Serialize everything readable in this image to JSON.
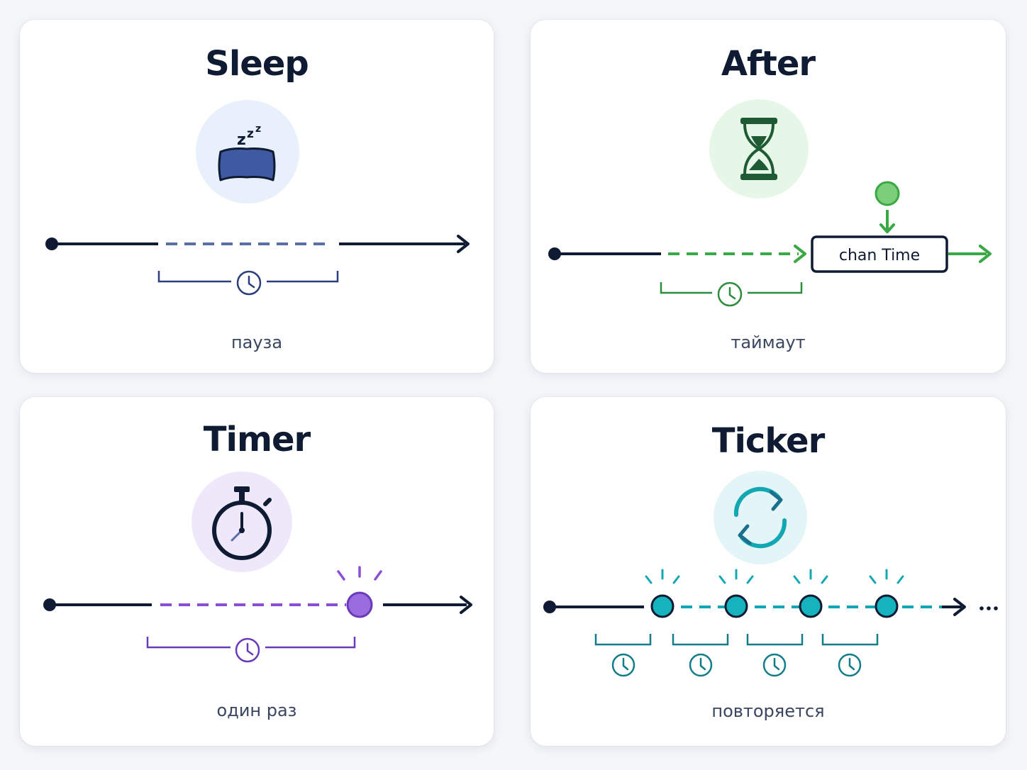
{
  "cards": {
    "sleep": {
      "title": "Sleep",
      "caption": "пауза",
      "icon": "pillow-zzz-icon",
      "accent": "#5a6fa8"
    },
    "after": {
      "title": "After",
      "caption": "таймаут",
      "icon": "hourglass-icon",
      "accent": "#3aa844",
      "box_label": "chan Time"
    },
    "timer": {
      "title": "Timer",
      "caption": "один раз",
      "icon": "stopwatch-icon",
      "accent": "#8a4fd6"
    },
    "ticker": {
      "title": "Ticker",
      "caption": "повторяется",
      "icon": "refresh-cycle-icon",
      "accent": "#12a8b3"
    }
  },
  "colors": {
    "line": "#0f1a33",
    "background": "#f4f6f9",
    "card": "#ffffff"
  }
}
